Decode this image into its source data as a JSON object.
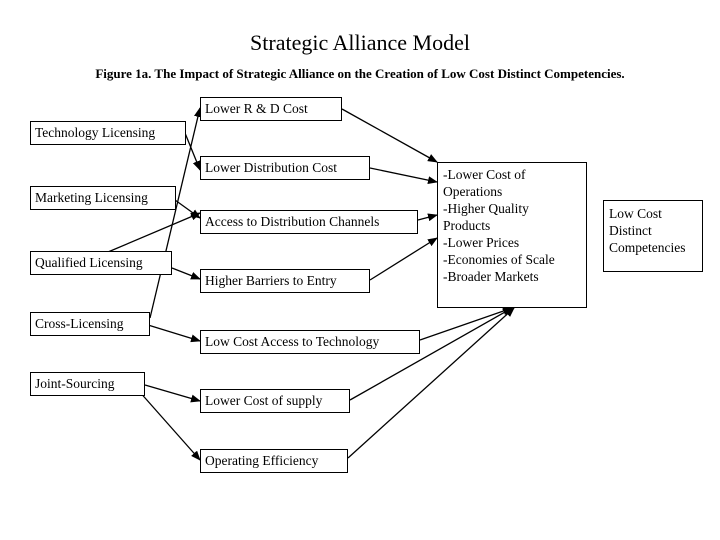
{
  "title": "Strategic Alliance Model",
  "subtitle": "Figure 1a. The Impact of Strategic Alliance on the Creation of Low Cost Distinct Competencies.",
  "alliance_types": [
    "Technology Licensing",
    "Marketing Licensing",
    "Qualified Licensing",
    "Cross-Licensing",
    "Joint-Sourcing"
  ],
  "benefits": [
    "Lower R & D Cost",
    "Lower Distribution Cost",
    "Access to Distribution Channels",
    "Higher Barriers to Entry",
    "Low Cost Access to Technology",
    "Lower Cost of supply",
    "Operating Efficiency"
  ],
  "outcomes": [
    "-Lower Cost of",
    "Operations",
    "-Higher Quality",
    "Products",
    "-Lower Prices",
    "-Economies of Scale",
    "-Broader Markets"
  ],
  "result": [
    "Low Cost",
    "Distinct",
    "Competencies"
  ]
}
